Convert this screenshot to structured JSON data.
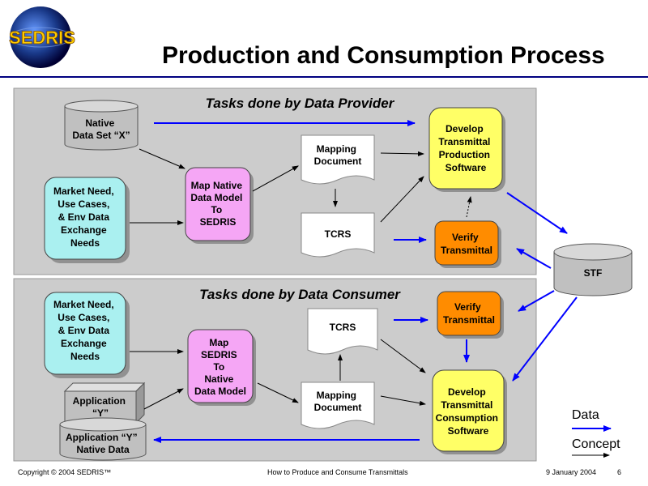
{
  "title": "Production and Consumption Process",
  "logo": {
    "text": "SEDRIS"
  },
  "sections": {
    "provider": "Tasks done by Data Provider",
    "consumer": "Tasks done by Data Consumer"
  },
  "nodes": {
    "native_data_set": [
      "Native",
      "Data Set “X”"
    ],
    "market_need_1": [
      "Market Need,",
      "Use Cases,",
      "& Env Data",
      "Exchange",
      "Needs"
    ],
    "map_native": [
      "Map Native",
      "Data Model",
      "To",
      "SEDRIS"
    ],
    "mapping_doc_1": [
      "Mapping",
      "Document"
    ],
    "tcrs_1": [
      "TCRS"
    ],
    "develop_production": [
      "Develop",
      "Transmittal",
      "Production",
      "Software"
    ],
    "verify_1": [
      "Verify",
      "Transmittal"
    ],
    "stf": [
      "STF"
    ],
    "market_need_2": [
      "Market Need,",
      "Use Cases,",
      "& Env Data",
      "Exchange",
      "Needs"
    ],
    "map_sedris": [
      "Map",
      "SEDRIS",
      "To",
      "Native",
      "Data Model"
    ],
    "tcrs_2": [
      "TCRS"
    ],
    "verify_2": [
      "Verify",
      "Transmittal"
    ],
    "mapping_doc_2": [
      "Mapping",
      "Document"
    ],
    "develop_consumption": [
      "Develop",
      "Transmittal",
      "Consumption",
      "Software"
    ],
    "application_y": [
      "Application",
      "“Y”"
    ],
    "application_native": [
      "Application “Y”",
      "Native Data"
    ]
  },
  "legend": {
    "data": "Data",
    "concept": "Concept"
  },
  "footer": {
    "copyright": "Copyright © 2004 SEDRIS™",
    "center": "How to Produce and Consume Transmittals",
    "date": "9 January 2004",
    "page": "6"
  },
  "colors": {
    "panel": "#cccccc",
    "cyan": "#aaf0f0",
    "magenta": "#f5a6f5",
    "yellow": "#ffff66",
    "orange": "#ff8c00",
    "blue_arrow": "#0000ff",
    "rule": "#000080"
  }
}
